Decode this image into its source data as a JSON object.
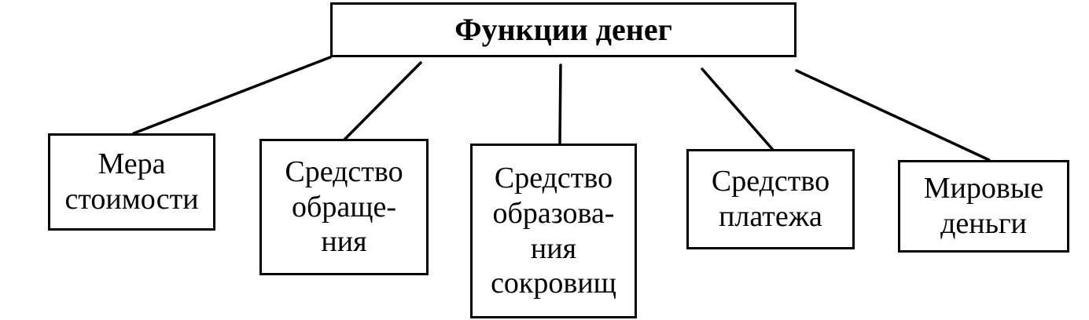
{
  "diagram": {
    "root": {
      "label": "Функции денег"
    },
    "children": [
      {
        "label": "Мера\nстоимости"
      },
      {
        "label": "Средство\nобраще-\nния"
      },
      {
        "label": "Средство\nобразова-\nния\nсокровищ"
      },
      {
        "label": "Средство\nплатежа"
      },
      {
        "label": "Мировые\nденьги"
      }
    ]
  }
}
